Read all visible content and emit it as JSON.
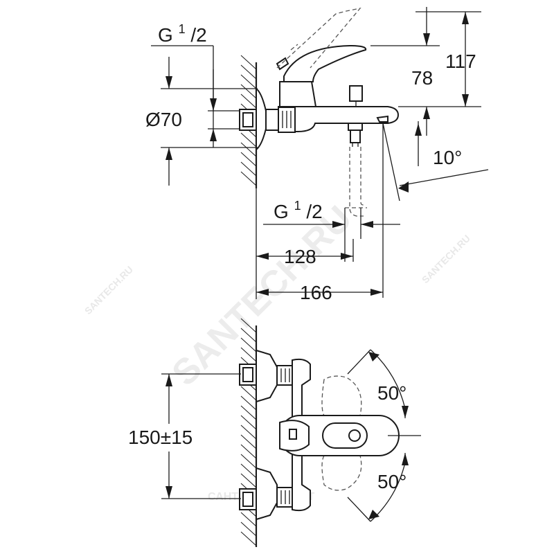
{
  "side_view": {
    "dims": {
      "g_top": {
        "letter": "G",
        "sup": "1",
        "den": "/2"
      },
      "d70": "Ø70",
      "d78": "78",
      "d117": "117",
      "angle10": "10°",
      "g_bottom": {
        "letter": "G",
        "sup": "1",
        "den": "/2"
      },
      "d128": "128",
      "d166": "166"
    }
  },
  "front_view": {
    "dims": {
      "d150": "150±15",
      "angle_up": "50°",
      "angle_down": "50°"
    }
  },
  "watermark": {
    "text_main": "SANTECH.RU",
    "text_side": "SANTECH.RU",
    "text_bottom": "САНТЕХКОМПЛЕКТ"
  }
}
